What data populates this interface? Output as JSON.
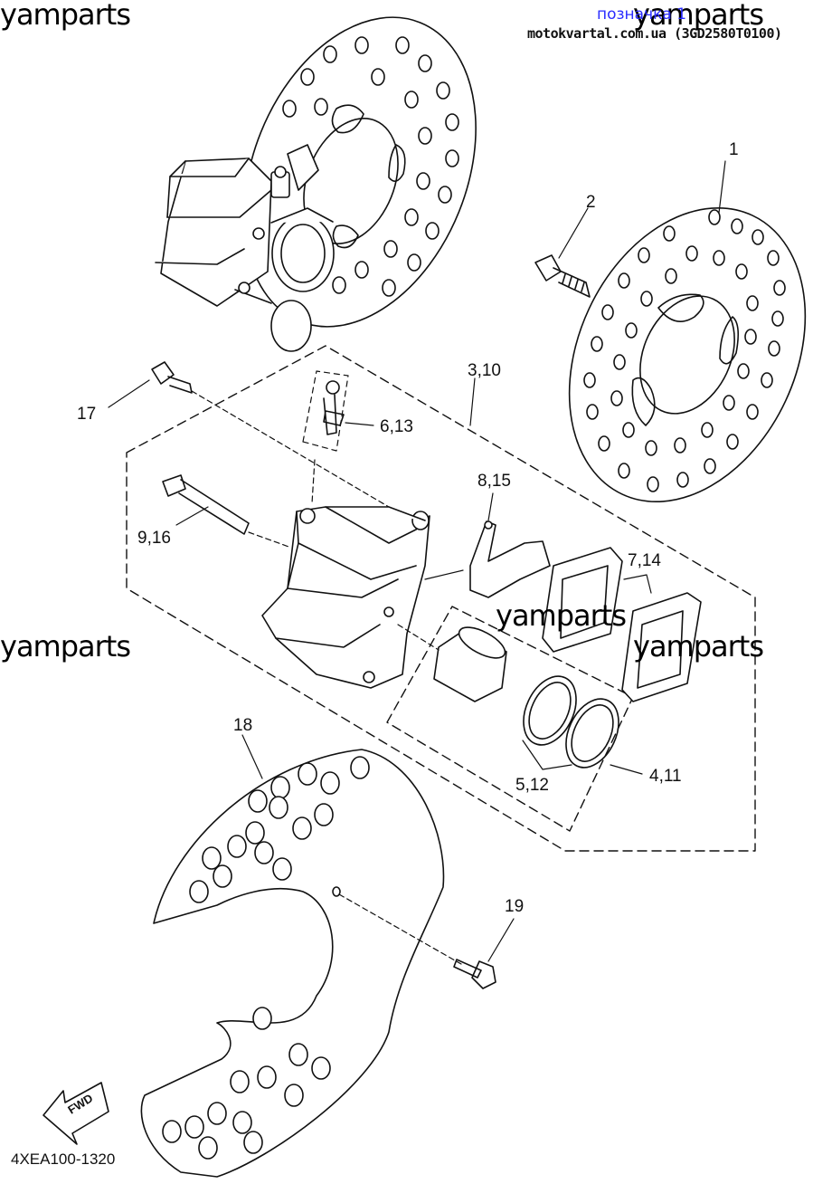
{
  "watermarks": [
    "yamparts",
    "yamparts",
    "yamparts",
    "yamparts",
    "yamparts"
  ],
  "header": {
    "marker_link": "позначка 1",
    "site_text": "motokvartal.com.ua (3GD2580T0100)"
  },
  "callouts": {
    "c1": "1",
    "c2": "2",
    "c3_10": "3,10",
    "c4_11": "4,11",
    "c5_12": "5,12",
    "c6_13": "6,13",
    "c7_14": "7,14",
    "c8_15": "8,15",
    "c9_16": "9,16",
    "c17": "17",
    "c18": "18",
    "c19": "19"
  },
  "fwd_label": "FWD",
  "diagram_code": "4XEA100-1320"
}
